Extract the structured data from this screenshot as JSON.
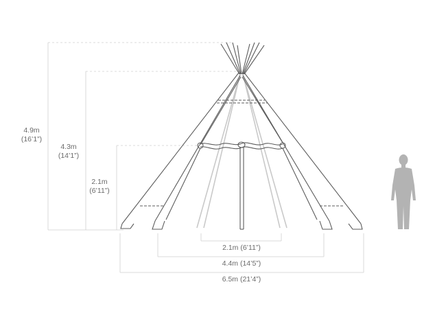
{
  "dimensions": {
    "height_pole_tips": {
      "metric": "4.9m",
      "imperial": "(16’1”)"
    },
    "height_apex": {
      "metric": "4.3m",
      "imperial": "(14’1”)"
    },
    "height_door": {
      "metric": "2.1m",
      "imperial": "(6’11”)"
    },
    "width_inner": "2.1m (6’11”)",
    "width_middle": "4.4m (14’5”)",
    "width_base": "6.5m (21’4”)"
  },
  "figure": {
    "icon": "human-silhouette-icon"
  },
  "colors": {
    "outline": "#5b5b5b",
    "dimension_line": "#c9c9c9",
    "label": "#6a6a6a",
    "inner_poles": "#c9c9c9",
    "person": "#b3b3b3"
  }
}
